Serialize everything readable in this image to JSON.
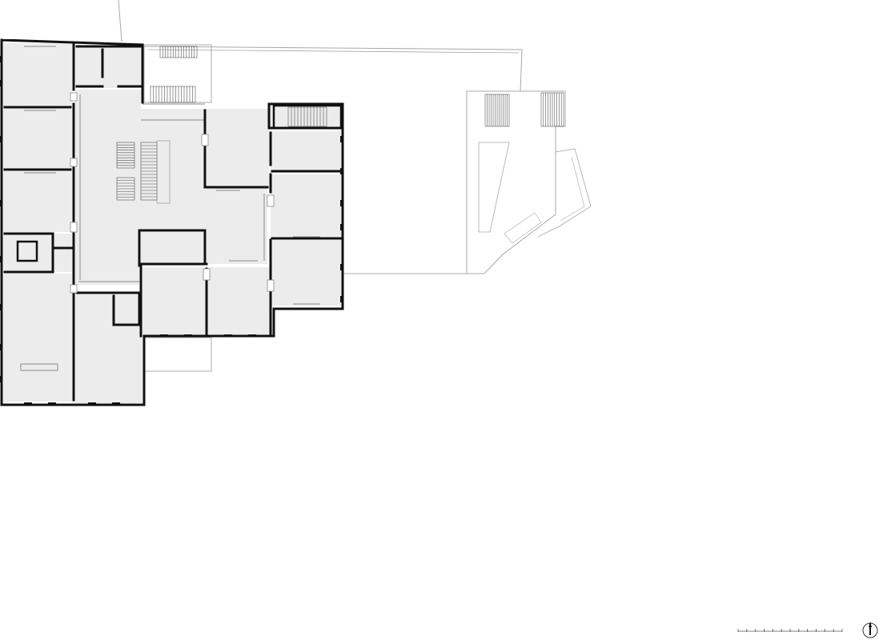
{
  "diagram": {
    "type": "architectural-floor-plan",
    "view": "plan",
    "colors": {
      "background": "#ffffff",
      "room_fill": "#ececec",
      "wall_heavy": "#111111",
      "wall_light": "#8a8a8a",
      "outline": "#a8a8a8",
      "stair": "#555555"
    },
    "room_count": 18,
    "north_arrow": {
      "icon": "north-arrow-icon",
      "direction_deg": 0
    },
    "scale_bar": {
      "segments": 12,
      "labels": []
    }
  }
}
